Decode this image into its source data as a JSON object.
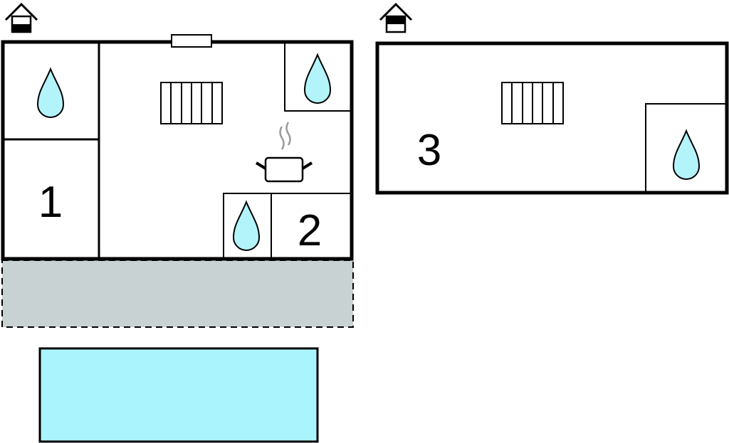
{
  "floors": [
    {
      "floor_icon": "house-ground-floor-icon",
      "rooms": [
        {
          "label": "1",
          "kind": "bedroom"
        },
        {
          "label": "2",
          "kind": "bedroom"
        }
      ],
      "features": [
        "shower-icon",
        "shower-icon",
        "shower-icon",
        "radiator-icon",
        "kitchen-pot-icon",
        "window-icon"
      ]
    },
    {
      "floor_icon": "house-upper-floor-icon",
      "rooms": [
        {
          "label": "3",
          "kind": "bedroom"
        }
      ],
      "features": [
        "shower-icon",
        "radiator-icon"
      ]
    }
  ],
  "outdoor": {
    "terrace": "terrace-area",
    "pool": "swimming-pool"
  },
  "colors": {
    "water": "#b3f4fb",
    "pool": "#aaf5fd",
    "terrace": "#c8d2d2",
    "wall": "#000000",
    "fill": "#ffffff"
  }
}
